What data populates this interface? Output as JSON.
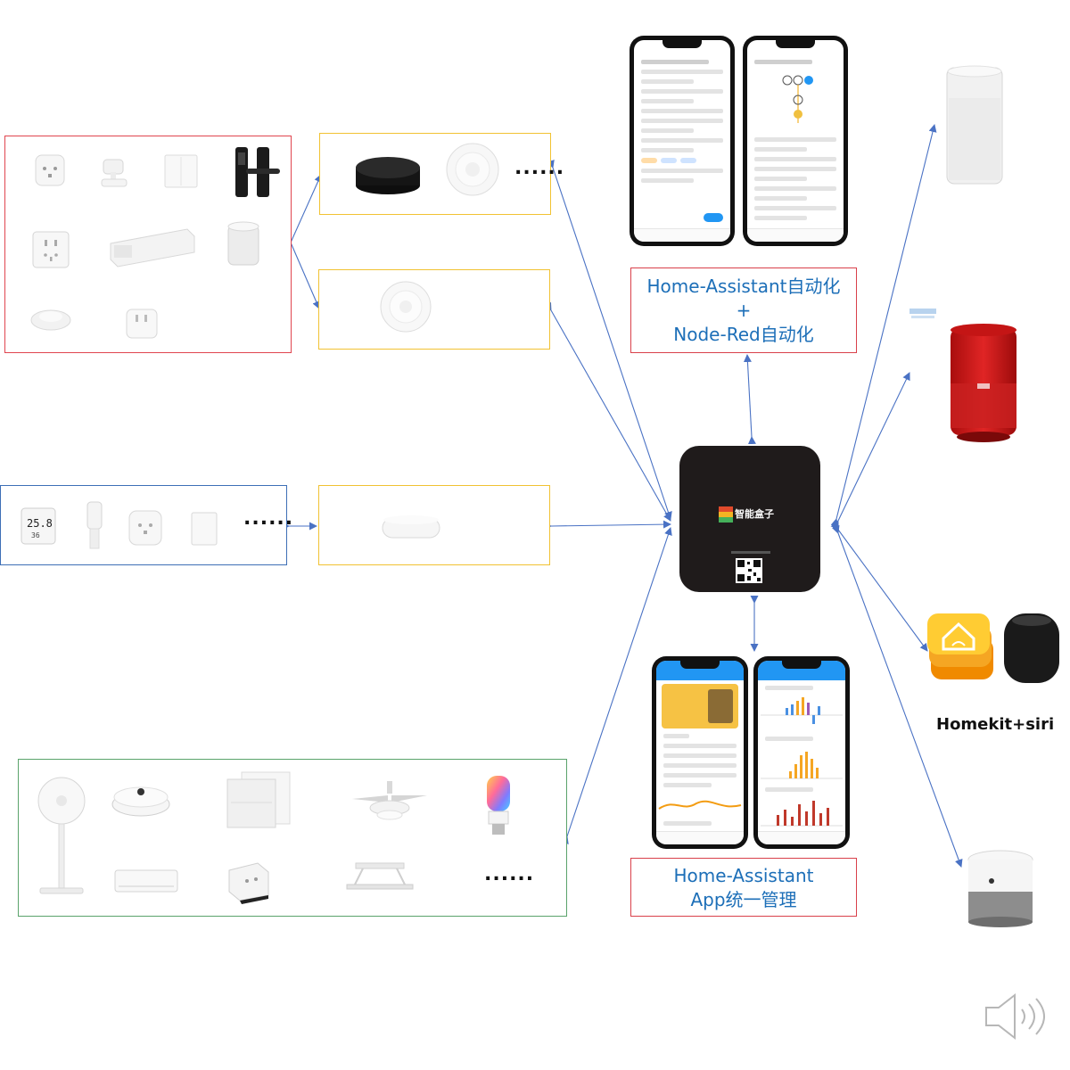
{
  "labels": {
    "automation_line1": "Home-Assistant自动化",
    "automation_plus": "+",
    "automation_line2": "Node-Red自动化",
    "app_line1": "Home-Assistant",
    "app_line2": "App统一管理",
    "homekit": "Homekit+siri",
    "more": "......",
    "hub_logo": "智能盒子",
    "thermometer_temp": "25.8",
    "thermometer_hum": "36"
  },
  "colors": {
    "arrow": "#4a72c4",
    "red_border": "#e0454f",
    "yellow_border": "#f1c232",
    "blue_border": "#3d6fb6",
    "green_border": "#5aa36b",
    "label_text": "#1d6fb8",
    "hub_body": "#1f1b1b",
    "red_speaker": "#d21f1f",
    "homekit_orange": "#f5a623"
  },
  "icons": [
    "smart-plug-icon",
    "motion-sensor-icon",
    "wall-switch-icon",
    "door-lock-icon",
    "wall-socket-icon",
    "curtain-motor-icon",
    "smart-speaker-icon",
    "homekit-icon",
    "homepod-icon",
    "volume-icon",
    "fan-icon",
    "robot-vacuum-icon",
    "air-conditioner-icon",
    "bulb-icon",
    "ceiling-fan-icon",
    "clothes-rack-icon",
    "thermometer-icon",
    "gateway-icon",
    "hub-icon",
    "qr-code-icon"
  ]
}
